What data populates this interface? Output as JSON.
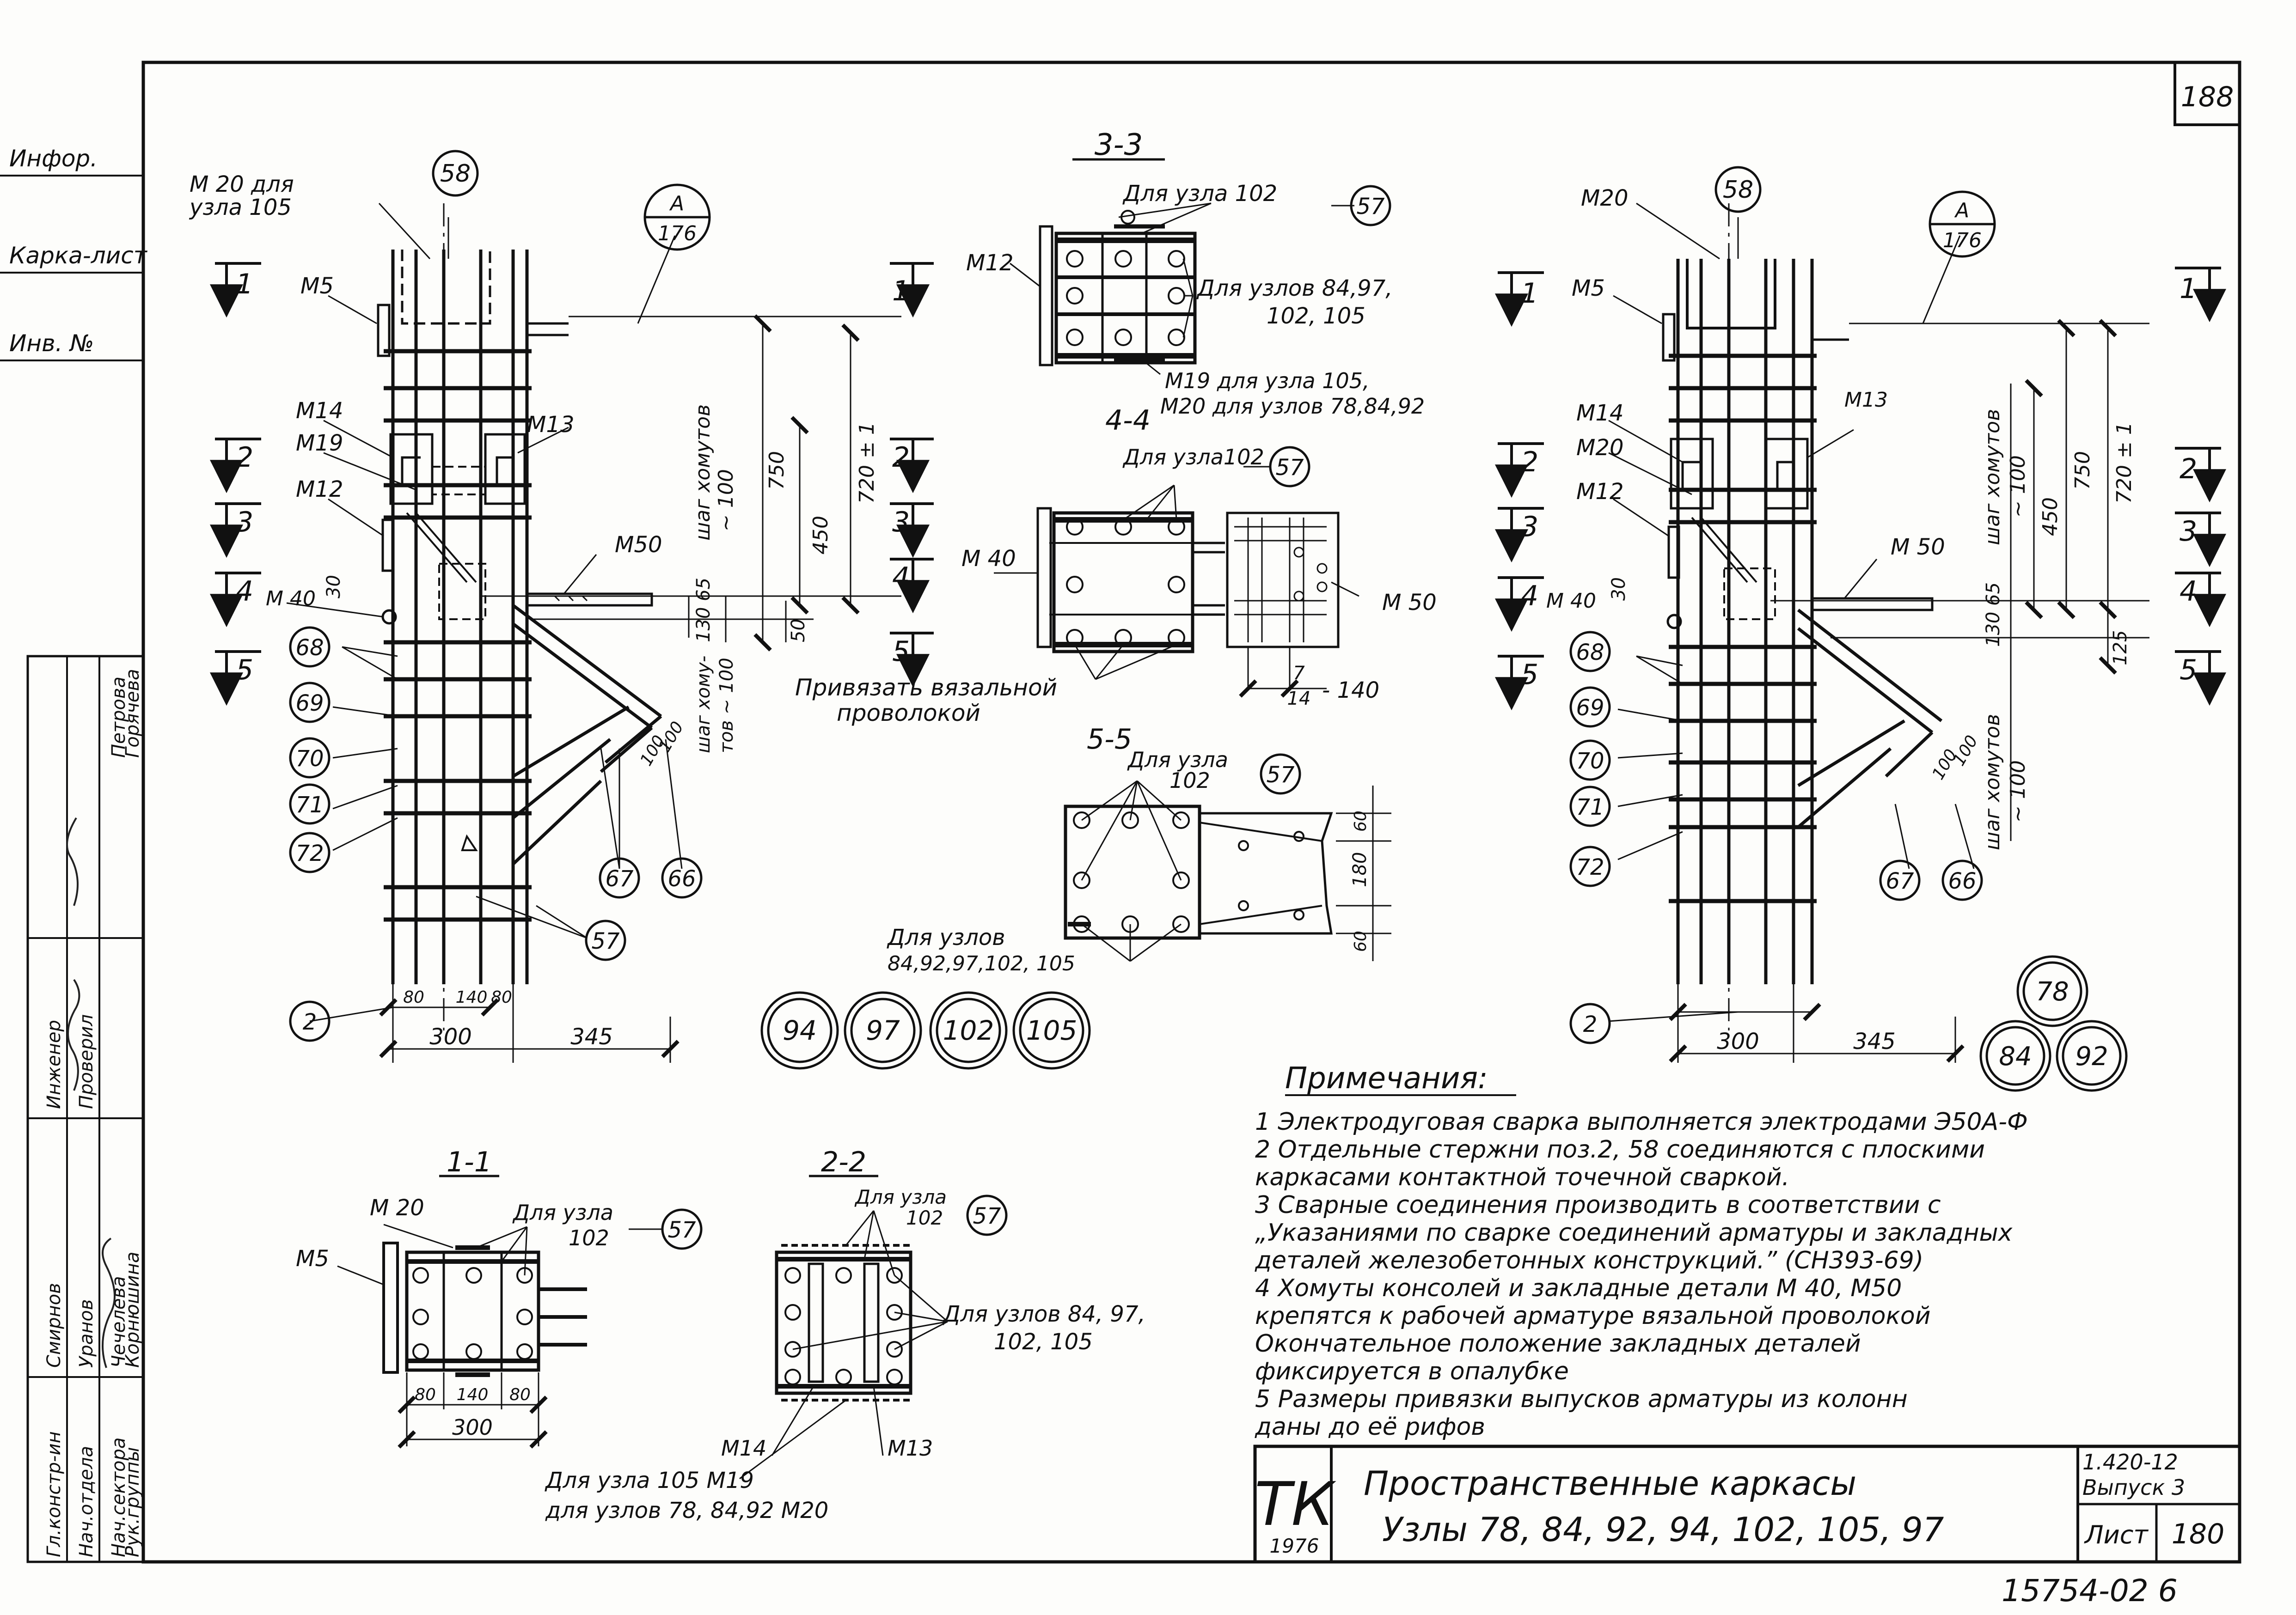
{
  "page_number": "188",
  "left_margin": {
    "top_labels": [
      "Инфор.",
      "Карка-лист",
      "Инв. №"
    ],
    "signature_rows": [
      {
        "role": "Гл.констр-ин",
        "name": "Смирнов"
      },
      {
        "role": "Нач.отдела",
        "name": "Уранов"
      },
      {
        "role": "Нач.сектора",
        "name": "Чечелева"
      },
      {
        "role": "Рук.группы",
        "name": "Корнюшина"
      },
      {
        "role": "Инженер",
        "name": "Петрова"
      },
      {
        "role": "Проверил",
        "name": "Горячева"
      }
    ]
  },
  "left_node": {
    "callouts": {
      "c58": "58",
      "c68": "68",
      "c69": "69",
      "c70": "70",
      "c71": "71",
      "c72": "72",
      "c67": "67",
      "c66": "66",
      "c57": "57",
      "c2": "2"
    },
    "ref": {
      "top": "А",
      "bottom": "176"
    },
    "labels": {
      "m20_105a": "М 20 для",
      "m20_105b": "узла 105",
      "m5": "М5",
      "m14": "М14",
      "m19": "М19",
      "m12": "М12",
      "m13": "М13",
      "m50": "М50",
      "m40": "М 40"
    },
    "section_marks": [
      "1",
      "2",
      "3",
      "4",
      "5"
    ],
    "dims": {
      "d750": "750",
      "d450": "450",
      "d720": "720 ± 1",
      "d50": "50",
      "d30": "30",
      "shag1": "шаг хомутов",
      "shag2": "~ 100",
      "shag3": "130 65",
      "shag4": "шаг хому-",
      "shag5": "тов ~ 100",
      "d100a": "100",
      "d100b": "100",
      "d80a": "80",
      "d140": "140",
      "d80b": "80",
      "d300": "300",
      "d345": "345"
    }
  },
  "right_node": {
    "callouts": {
      "c58": "58",
      "c68": "68",
      "c69": "69",
      "c70": "70",
      "c71": "71",
      "c72": "72",
      "c67": "67",
      "c66": "66",
      "c2": "2"
    },
    "ref": {
      "top": "А",
      "bottom": "176"
    },
    "labels": {
      "m20": "М20",
      "m5": "М5",
      "m14": "М14",
      "m20b": "М20",
      "m12": "М12",
      "m13": "М13",
      "m50": "М 50",
      "m40": "М 40"
    },
    "section_marks_left": [
      "1",
      "2",
      "3",
      "4",
      "5"
    ],
    "section_marks_right": [
      "1",
      "2",
      "3",
      "4",
      "5"
    ],
    "dims": {
      "d750": "750",
      "d450": "450",
      "d720": "720 ± 1",
      "d125": "125",
      "d30": "30",
      "shag1": "шаг хомутов",
      "shag2": "~ 100",
      "shag3": "130 65",
      "shag4": "шаг хомутов",
      "shag5": "~ 100",
      "d100a": "100",
      "d100b": "100",
      "d300": "300",
      "d345": "345"
    }
  },
  "section_3_3": {
    "title": "3-3",
    "node_label": "Для узла 102",
    "callout": "57",
    "m12": "М12",
    "nodes_label_1": "Для узлов 84,97,",
    "nodes_label_2": "102, 105",
    "note_1": "М19 для узла 105,",
    "note_2": "М20 для узлов 78,84,92",
    "mark": "1"
  },
  "section_4_4": {
    "title": "4-4",
    "node_label": "Для узла102",
    "callout": "57",
    "m40": "М 40",
    "m50": "М 50",
    "marks": [
      "2",
      "3",
      "4",
      "5"
    ],
    "tie_1": "Привязать вязальной",
    "tie_2": "проволокой",
    "frac_top": "7",
    "frac_bottom": "14",
    "frac_value": "- 140"
  },
  "section_5_5": {
    "title": "5-5",
    "node_label_1": "Для узла",
    "node_label_2": "102",
    "callout": "57",
    "d60a": "60",
    "d180": "180",
    "d60b": "60",
    "nodes_1": "Для узлов",
    "nodes_2": "84,92,97,102, 105"
  },
  "section_1_1": {
    "title": "1-1",
    "m20": "М 20",
    "m5": "М5",
    "node_label_1": "Для узла",
    "node_label_2": "102",
    "callout": "57",
    "d80a": "80",
    "d140": "140",
    "d80b": "80",
    "d300": "300"
  },
  "section_2_2": {
    "title": "2-2",
    "node_label_1": "Для узла",
    "node_label_2": "102",
    "callout": "57",
    "nodes_1": "Для узлов 84, 97,",
    "nodes_2": "102, 105",
    "m14": "М14",
    "m13": "М13",
    "bottom_1": "Для узла 105   М19",
    "bottom_2": "для узлов 78, 84,92 М20"
  },
  "node_groups": {
    "group_a": [
      "94",
      "97",
      "102",
      "105"
    ],
    "group_b": [
      "78",
      "84",
      "92"
    ]
  },
  "notes": {
    "title": "Примечания:",
    "lines": [
      "1  Электродуговая сварка выполняется электродами Э50А-Ф",
      "2  Отдельные стержни поз.2, 58 соединяются с плоскими",
      "    каркасами контактной точечной сваркой.",
      "3  Сварные соединения производить в соответствии с",
      "    „Указаниями по сварке соединений арматуры и закладных",
      "    деталей железобетонных конструкций.” (СН393-69)",
      "4  Хомуты консолей и закладные детали М 40, М50",
      "    крепятся к рабочей арматуре вязальной проволокой",
      "    Окончательное положение закладных деталей",
      "    фиксируется в опалубке",
      "5  Размеры привязки выпусков арматуры из колонн",
      "    даны до её рифов"
    ]
  },
  "title_block": {
    "logo": "ТК",
    "year": "1976",
    "title_1": "Пространственные  каркасы",
    "title_2": "Узлы  78, 84, 92, 94, 102, 105, 97",
    "series": "1.420-12",
    "issue": "Выпуск 3",
    "sheet_label": "Лист",
    "sheet_no": "180"
  },
  "archive_no": "15754-02   6"
}
